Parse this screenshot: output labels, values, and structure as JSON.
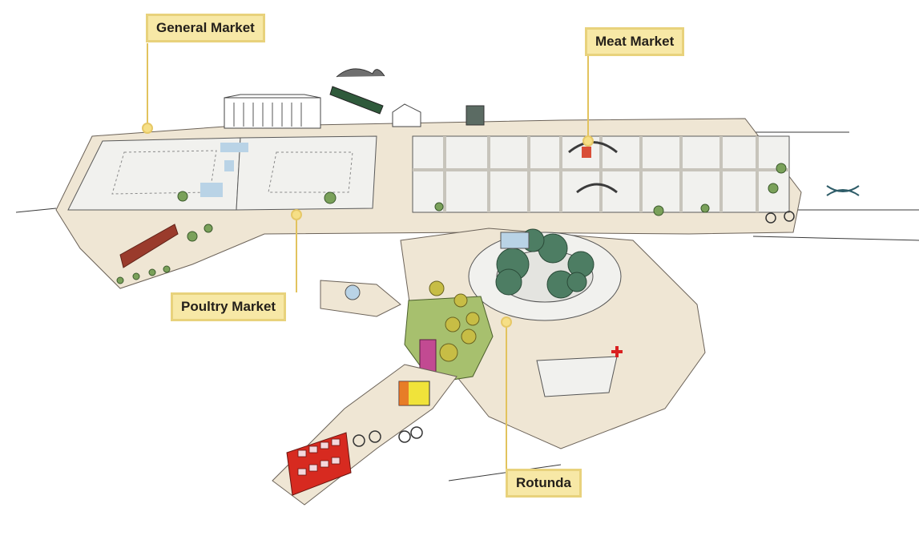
{
  "map": {
    "markers": [
      {
        "id": "general-market",
        "label": "General Market"
      },
      {
        "id": "meat-market",
        "label": "Meat Market"
      },
      {
        "id": "poultry-market",
        "label": "Poultry Market"
      },
      {
        "id": "rotunda",
        "label": "Rotunda"
      }
    ],
    "colors": {
      "paving": "#efe6d4",
      "market_floor": "#f1f1ee",
      "grid_lines": "#c7c4bb",
      "garden": "#a7c06e",
      "tree": "#4d7d63",
      "callout_fill": "#f7e8a6",
      "callout_border": "#e8d27c",
      "bus_red": "#d72a20",
      "brick": "#9a3b2c"
    }
  }
}
